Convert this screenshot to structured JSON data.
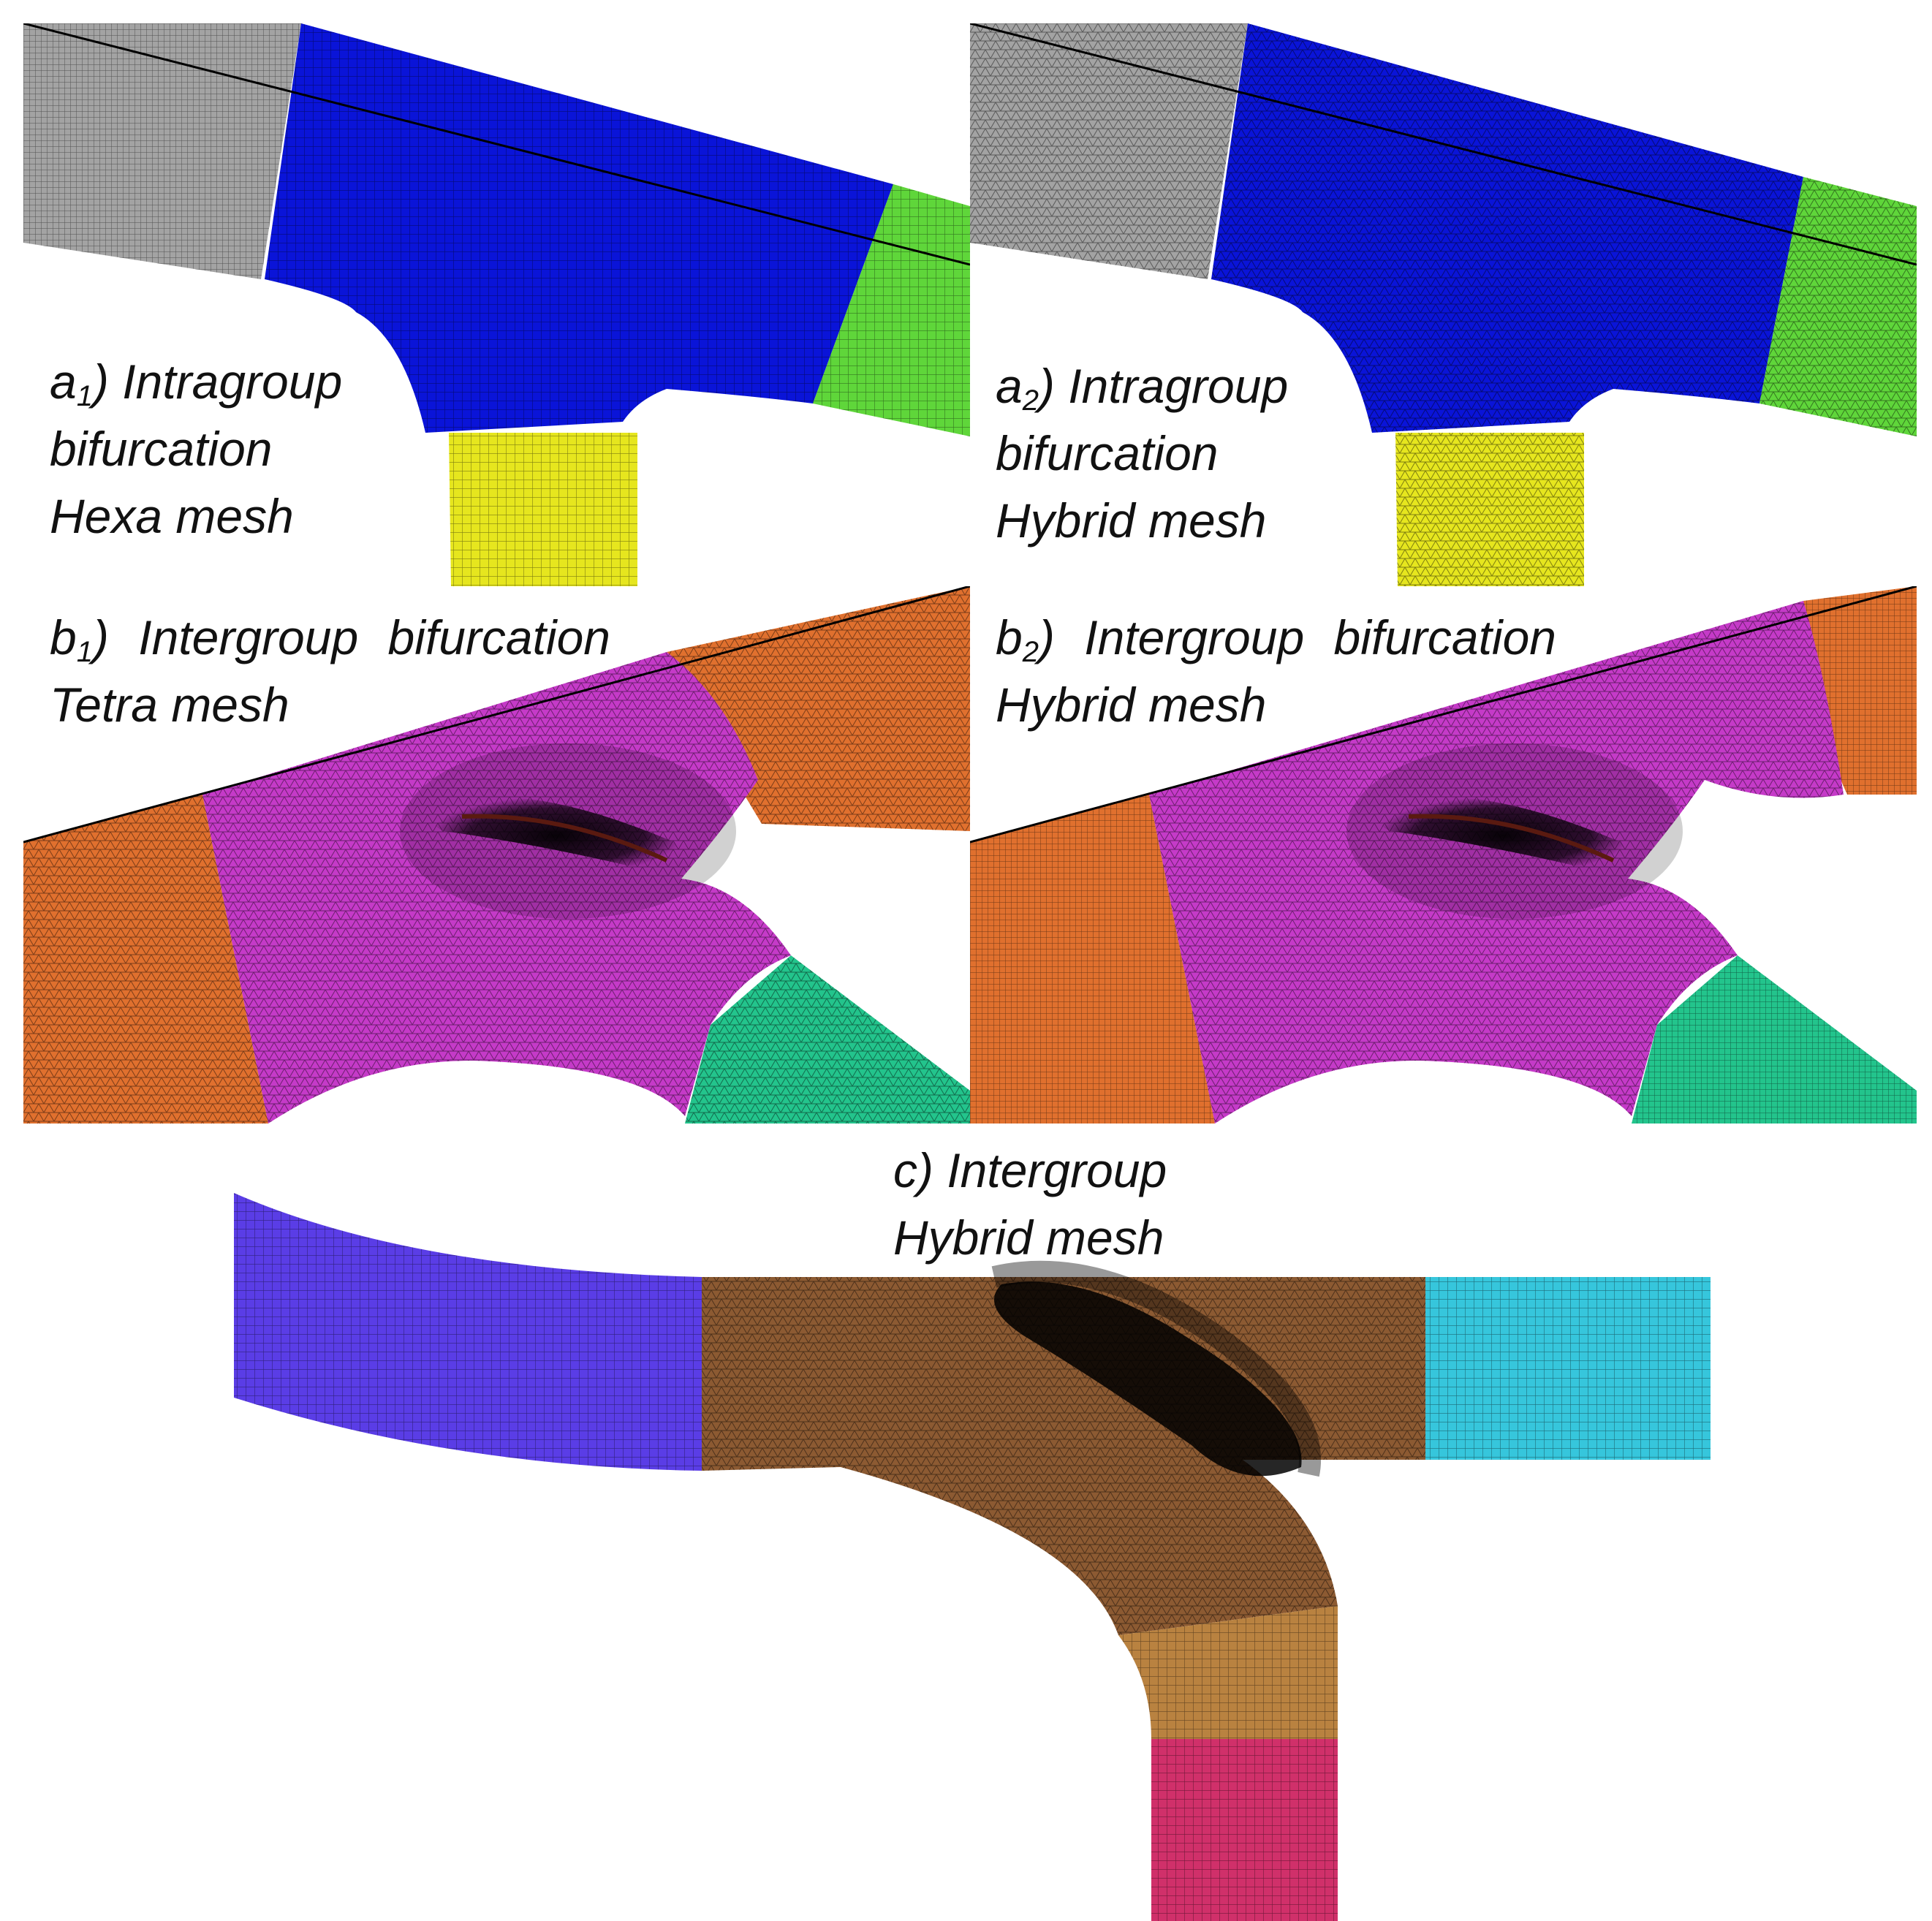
{
  "panels": {
    "a1": {
      "label": "a",
      "sub": "1",
      "suffix": ") Intragroup",
      "line2": "bifurcation",
      "line3": "Hexa mesh"
    },
    "a2": {
      "label": "a",
      "sub": "2",
      "suffix": ") Intragroup",
      "line2": "bifurcation",
      "line3": "Hybrid mesh"
    },
    "b1": {
      "label": "b",
      "sub": "1",
      "suffix": ") Intergroup bifurcation",
      "line2": "Tetra mesh"
    },
    "b2": {
      "label": "b",
      "sub": "2",
      "suffix": ") Intergroup bifurcation",
      "line2": "Hybrid mesh"
    },
    "c": {
      "line1": "c) Intergroup",
      "line2": "Hybrid mesh"
    }
  },
  "colors": {
    "gray": "#a3a3a3",
    "blue": "#0a14d8",
    "green": "#5fd63a",
    "yellow": "#e6e61e",
    "orange": "#e0702e",
    "magenta": "#c53ac8",
    "teal": "#23c48c",
    "violet": "#5a3de6",
    "brown": "#8c5a32",
    "cyan": "#36c6dc",
    "pink": "#d0306a",
    "tan": "#b98240"
  }
}
